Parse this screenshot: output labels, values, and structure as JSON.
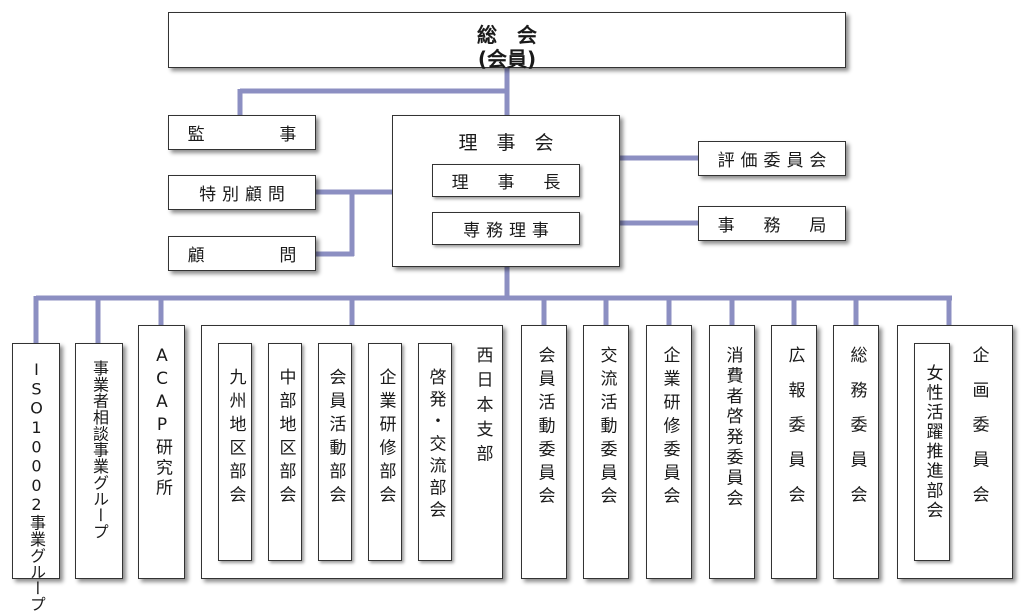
{
  "colors": {
    "connector": "#8c8fc2",
    "border": "#333333"
  },
  "general_meeting": {
    "title": "総　会",
    "subtitle": "(会員)"
  },
  "auditor": "監　　　事",
  "board": {
    "title": "理　事　会",
    "chairman": "理　事　長",
    "executive_director": "専務理事"
  },
  "special_advisor": "特別顧問",
  "advisor": "顧　　　問",
  "evaluation_committee": "評価委員会",
  "secretariat": "事　務　局",
  "iso": "ISO10002事業グループ",
  "consultation": "事業者相談事業グループ",
  "acap": "ACAP研究所",
  "west_japan": {
    "title": "西日本支部",
    "subs": [
      "九州地区部会",
      "中部地区部会",
      "会員活動部会",
      "企業研修部会",
      "啓発・交流部会"
    ]
  },
  "committees": [
    "会員活動委員会",
    "交流活動委員会",
    "企業研修委員会",
    "消費者啓発委員会",
    "広報委員会",
    "総務委員会"
  ],
  "planning": {
    "title": "企画委員会",
    "sub": "女性活躍推進部会"
  }
}
